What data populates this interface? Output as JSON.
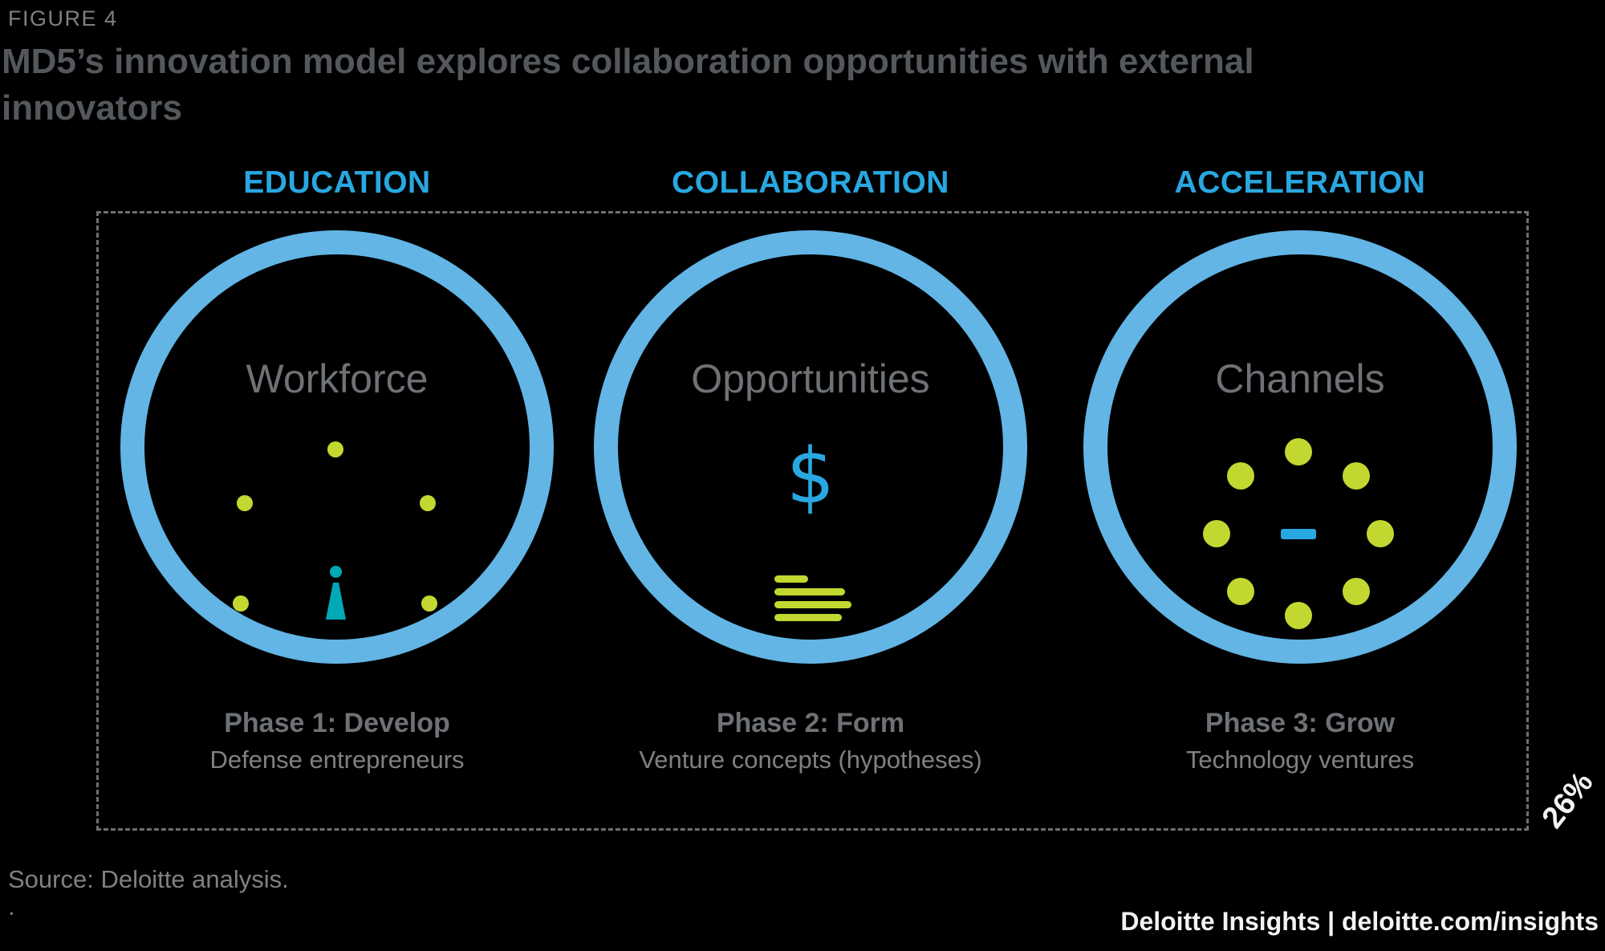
{
  "figure": {
    "label": "FIGURE 4",
    "title": "MD5’s innovation model explores collaboration opportunities with external innovators"
  },
  "columns": [
    {
      "header": "EDUCATION",
      "circle_label": "Workforce",
      "phase_title": "Phase 1: Develop",
      "phase_subtitle": "Defense entrepreneurs"
    },
    {
      "header": "COLLABORATION",
      "circle_label": "Opportunities",
      "phase_title": "Phase 2: Form",
      "phase_subtitle": "Venture concepts (hypotheses)"
    },
    {
      "header": "ACCELERATION",
      "circle_label": "Channels",
      "phase_title": "Phase 3: Grow",
      "phase_subtitle": "Technology ventures"
    }
  ],
  "icons": {
    "dollar": "$",
    "person": "person-icon",
    "list_lines": "list-lines-icon",
    "minus": "minus-icon",
    "dots": "dot-icon"
  },
  "badge": "26%",
  "source": "Source: Deloitte analysis.",
  "source_period": ".",
  "footer": "Deloitte Insights | deloitte.com/insights",
  "colors": {
    "accent_blue": "#29A7E0",
    "circle_blue": "#62B5E5",
    "green": "#C2D830",
    "teal": "#00A9B5",
    "title_gray": "#54585C",
    "label_gray": "#6E7175",
    "text_gray": "#7E8184",
    "border_gray": "#6D7073",
    "white": "#F2F3F4"
  }
}
